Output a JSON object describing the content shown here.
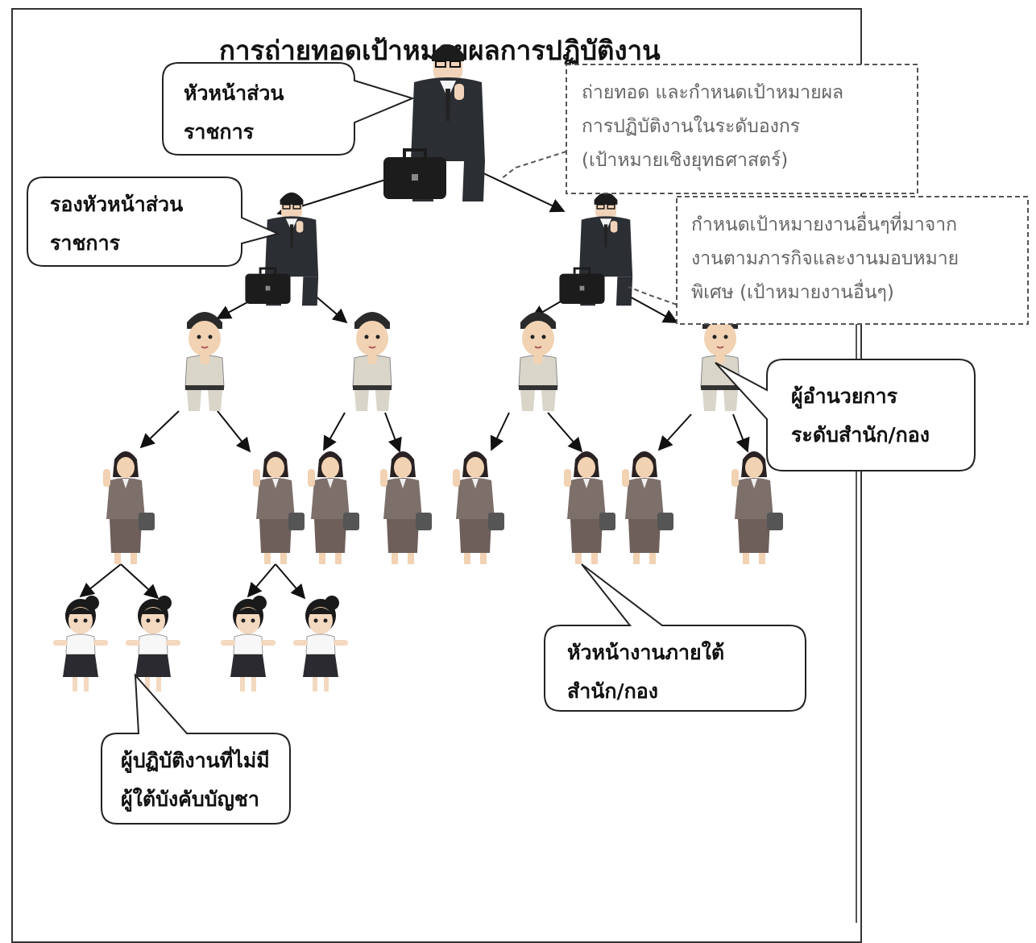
{
  "title": "การถ่ายทอดเป้าหมายผลการปฏิบัติงาน",
  "callouts": {
    "head": {
      "line1": "หัวหน้าส่วน",
      "line2": "ราชการ"
    },
    "deputy": {
      "line1": "รองหัวหน้าส่วน",
      "line2": "ราชการ"
    },
    "director": {
      "line1": "ผู้อำนวยการ",
      "line2": "ระดับสำนัก/กอง"
    },
    "section_head": {
      "line1": "หัวหน้างานภายใต้",
      "line2": "สำนัก/กอง"
    },
    "worker": {
      "line1": "ผู้ปฏิบัติงานที่ไม่มี",
      "line2": "ผู้ใต้บังคับบัญชา"
    }
  },
  "notes": {
    "strategic": {
      "line1": "ถ่ายทอด และกำหนดเป้าหมายผล",
      "line2": "การปฏิบัติงานในระดับองกร",
      "line3": "(เป้าหมายเชิงยุทธศาสตร์)"
    },
    "other": {
      "line1": "กำหนดเป้าหมายงานอื่นๆที่มาจาก",
      "line2": "งานตามภารกิจและงานมอบหมาย",
      "line3": "พิเศษ (เป้าหมายงานอื่นๆ)"
    }
  },
  "colors": {
    "suit": "#2b2e33",
    "briefcase": "#1c1c1c",
    "uniform": "#d9d5c9",
    "woman_jacket": "#7d6f6a",
    "girl_skirt": "#2a2a30",
    "skin": "#f1d2b3",
    "note_border": "#555555"
  }
}
